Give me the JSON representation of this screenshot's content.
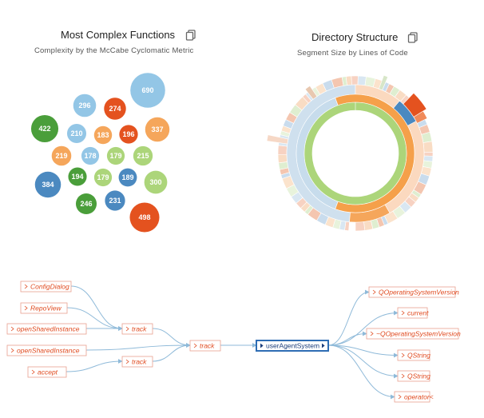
{
  "left_panel": {
    "title": "Most Complex Functions",
    "subtitle": "Complexity by the McCabe Cyclomatic Metric",
    "copy_icon": "copy-icon"
  },
  "right_panel": {
    "title": "Directory Structure",
    "subtitle": "Segment Size by Lines of Code",
    "copy_icon": "copy-icon"
  },
  "colors": {
    "orange_red": "#e4521f",
    "green": "#4a9e3a",
    "blue": "#4b89c0",
    "light_blue": "#93c6e6",
    "orange": "#f5a65b",
    "light_green": "#acd57a",
    "sunburst_inner": "#acd57a",
    "sunburst_ring2": "#f5a04a",
    "sunburst_ring3": "#c7dcec",
    "edge": "#8fbad9",
    "node_border": "#e8a090",
    "node_text": "#e04a1f",
    "main_node_border": "#2e6db4"
  },
  "chart_data": [
    {
      "type": "bubble",
      "title": "Most Complex Functions",
      "subtitle": "Complexity by the McCabe Cyclomatic Metric",
      "values": [
        {
          "value": 690,
          "color": "light_blue"
        },
        {
          "value": 296,
          "color": "light_blue"
        },
        {
          "value": 274,
          "color": "orange_red"
        },
        {
          "value": 422,
          "color": "green"
        },
        {
          "value": 210,
          "color": "light_blue"
        },
        {
          "value": 183,
          "color": "orange"
        },
        {
          "value": 196,
          "color": "orange_red"
        },
        {
          "value": 337,
          "color": "orange"
        },
        {
          "value": 219,
          "color": "orange"
        },
        {
          "value": 178,
          "color": "light_blue"
        },
        {
          "value": 179,
          "color": "light_green"
        },
        {
          "value": 215,
          "color": "light_green"
        },
        {
          "value": 384,
          "color": "blue"
        },
        {
          "value": 194,
          "color": "green"
        },
        {
          "value": 179,
          "color": "light_green"
        },
        {
          "value": 189,
          "color": "blue"
        },
        {
          "value": 300,
          "color": "light_green"
        },
        {
          "value": 246,
          "color": "green"
        },
        {
          "value": 231,
          "color": "blue"
        },
        {
          "value": 498,
          "color": "orange_red"
        }
      ]
    },
    {
      "type": "sunburst",
      "title": "Directory Structure",
      "subtitle": "Segment Size by Lines of Code"
    }
  ],
  "graph": {
    "main_node": "userAgentSystem",
    "left_nodes": [
      "ConfigDialog",
      "RepoView",
      "openSharedInstance",
      "openSharedInstance",
      "accept"
    ],
    "track_nodes": [
      "track",
      "track",
      "track"
    ],
    "right_nodes": [
      "QOperatingSystemVersion",
      "current",
      "~QOperatingSystemVersion",
      "QString",
      "QString",
      "operator<"
    ]
  }
}
